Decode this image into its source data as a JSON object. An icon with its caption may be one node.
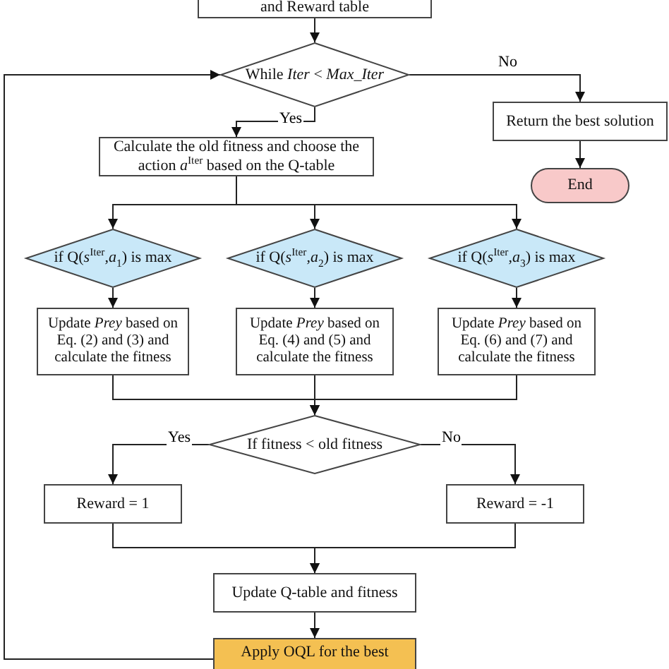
{
  "diagram": {
    "nodes": [
      {
        "text": [
          "and Reward table"
        ]
      },
      {
        "text": [
          "While *Iter* < *Max_Iter*"
        ]
      },
      {
        "text": [
          "Return the best solution"
        ]
      },
      {
        "text": [
          "Calculate the old fitness and choose the action *a*$^{Iter}$ based on the Q-table"
        ]
      },
      {
        "text": [
          "End"
        ]
      },
      {
        "text": [
          "if Q(*s*$^{Iter}$,*a*$_{1}$) is max"
        ]
      },
      {
        "text": [
          "if Q(*s*$^{Iter}$,*a*$_{2}$) is max"
        ]
      },
      {
        "text": [
          "if Q(*s*$^{Iter}$,*a*$_{3}$) is max"
        ]
      },
      {
        "text": [
          "Update *Prey* based on Eq. (2) and (3) and calculate the fitness"
        ]
      },
      {
        "text": [
          "Update *Prey* based on Eq. (4) and (5) and calculate the fitness"
        ]
      },
      {
        "text": [
          "Update *Prey* based on Eq. (6) and (7) and calculate the fitness"
        ]
      },
      {
        "text": [
          "If fitness < old fitness"
        ]
      },
      {
        "text": [
          "Reward = 1"
        ]
      },
      {
        "text": [
          "Reward = -1"
        ]
      },
      {
        "text": [
          "Update Q-table and fitness"
        ]
      },
      {
        "text": [
          "Apply OQL for the best"
        ]
      }
    ],
    "edges": [
      {
        "from": 0,
        "to": 1,
        "arrow": "to"
      },
      {
        "from": 1,
        "to": 2,
        "arrow": "to",
        "label": "No"
      },
      {
        "from": 1,
        "to": 3,
        "arrow": "to",
        "label": "Yes"
      },
      {
        "from": 2,
        "to": 4,
        "arrow": "to"
      },
      {
        "from": 3,
        "to": 5,
        "arrow": "to"
      },
      {
        "from": 3,
        "to": 6,
        "arrow": "to"
      },
      {
        "from": 3,
        "to": 7,
        "arrow": "to"
      },
      {
        "from": 5,
        "to": 8,
        "arrow": "to"
      },
      {
        "from": 6,
        "to": 9,
        "arrow": "to"
      },
      {
        "from": 7,
        "to": 10,
        "arrow": "to"
      },
      {
        "from": 8,
        "to": 11,
        "arrow": "to"
      },
      {
        "from": 9,
        "to": 11,
        "arrow": "to"
      },
      {
        "from": 10,
        "to": 11,
        "arrow": "to"
      },
      {
        "from": 11,
        "to": 12,
        "arrow": "to",
        "label": "Yes"
      },
      {
        "from": 11,
        "to": 13,
        "arrow": "to",
        "label": "No"
      },
      {
        "from": 12,
        "to": 14,
        "arrow": "to"
      },
      {
        "from": 13,
        "to": 14,
        "arrow": "to"
      },
      {
        "from": 14,
        "to": 15,
        "arrow": "to"
      },
      {
        "from": 15,
        "to": 1,
        "arrow": "to"
      }
    ]
  }
}
